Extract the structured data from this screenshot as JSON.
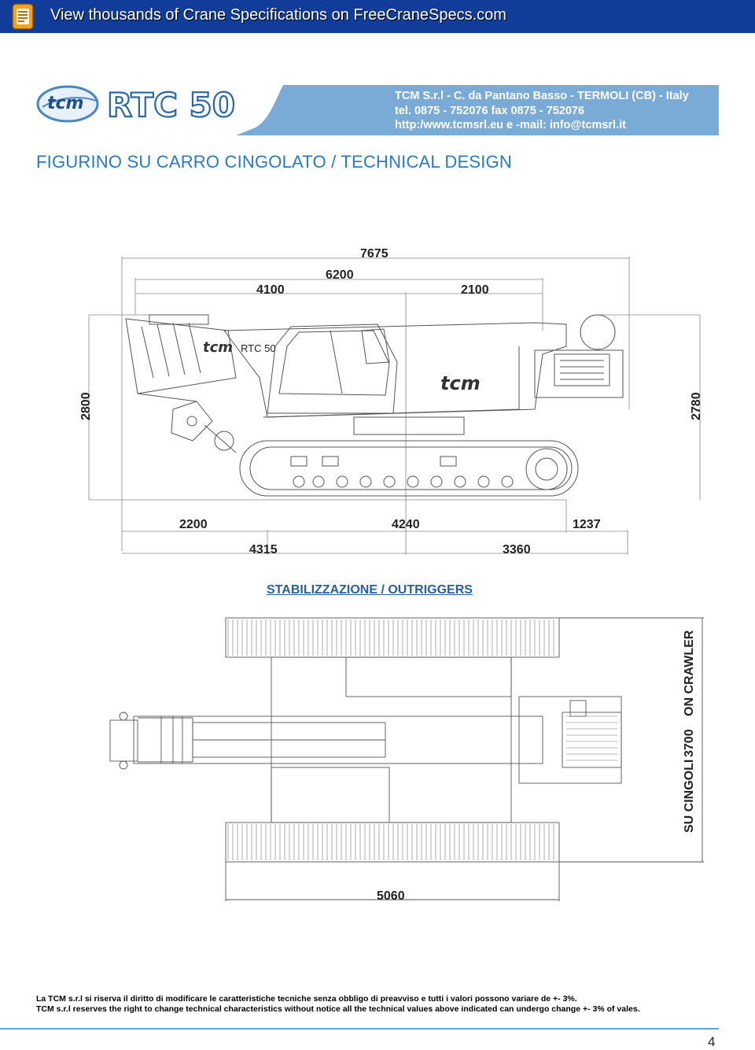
{
  "banner": {
    "text": "View thousands of Crane Specifications on FreeCraneSpecs.com",
    "icon": "document-icon"
  },
  "brand": {
    "logo_text": "tcm",
    "model_text": "RTC 50"
  },
  "contact": {
    "line1": "TCM S.r.l - C. da Pantano Basso - TERMOLI (CB) - Italy",
    "line2": "tel. 0875 - 752076   fax 0875 - 752076",
    "line3": "http:/www.tcmsrl.eu  e -mail: info@tcmsrl.it"
  },
  "section_title": "FIGURINO SU CARRO CINGOLATO / TECHNICAL DESIGN",
  "side_view": {
    "dims_top": {
      "overall": "7675",
      "middle": "6200",
      "left": "4100",
      "right": "2100"
    },
    "height_left": "2800",
    "height_right": "2780",
    "cab_label": "RTC 50",
    "dims_bottom": {
      "a": "2200",
      "b": "4240",
      "c": "1237",
      "d": "4315",
      "e": "3360"
    }
  },
  "outriggers_title": "STABILIZZAZIONE / OUTRIGGERS",
  "top_view": {
    "side_label_1": "SU CINGOLI",
    "side_label_2": "3700",
    "side_label_3": "ON CRAWLER",
    "bottom_dim": "5060"
  },
  "footer": {
    "line_it": "La TCM s.r.l si riserva il diritto di modificare le caratteristiche tecniche senza obbligo di preavviso e tutti i valori possono variare de +- 3%.",
    "line_en": "TCM s.r.l reserves the right to change technical characteristics without notice all the technical values above indicated can undergo change +- 3% of vales."
  },
  "page_number": "4",
  "colors": {
    "banner_bg": "#123c9a",
    "header_band": "#7aaad6",
    "title_blue": "#2a7abf"
  }
}
